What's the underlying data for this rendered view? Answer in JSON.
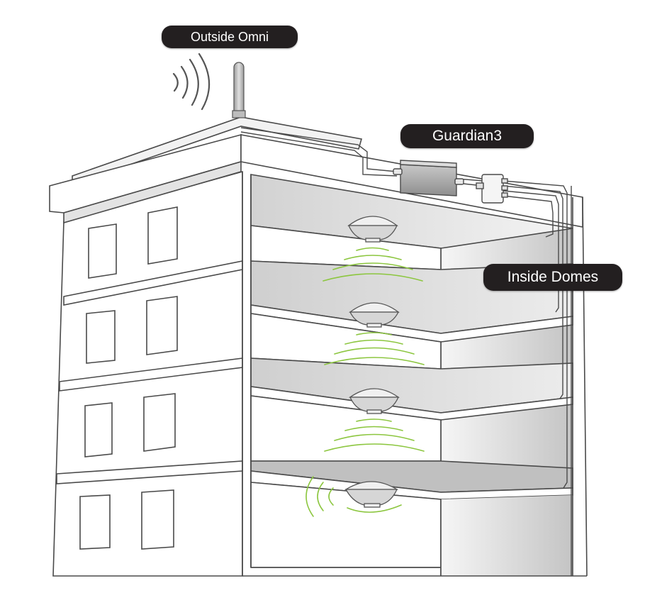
{
  "labels": {
    "outside_omni": "Outside Omni",
    "guardian": "Guardian3",
    "inside_domes": "Inside Domes"
  },
  "colors": {
    "outline": "#4a4a4a",
    "signal": "#8cc63f",
    "label_bg": "#231f20",
    "label_text": "#ffffff"
  },
  "icons": [
    "omni-antenna-icon",
    "guardian-amplifier-icon",
    "splitter-icon",
    "dome-antenna-icon",
    "signal-wave-icon"
  ]
}
